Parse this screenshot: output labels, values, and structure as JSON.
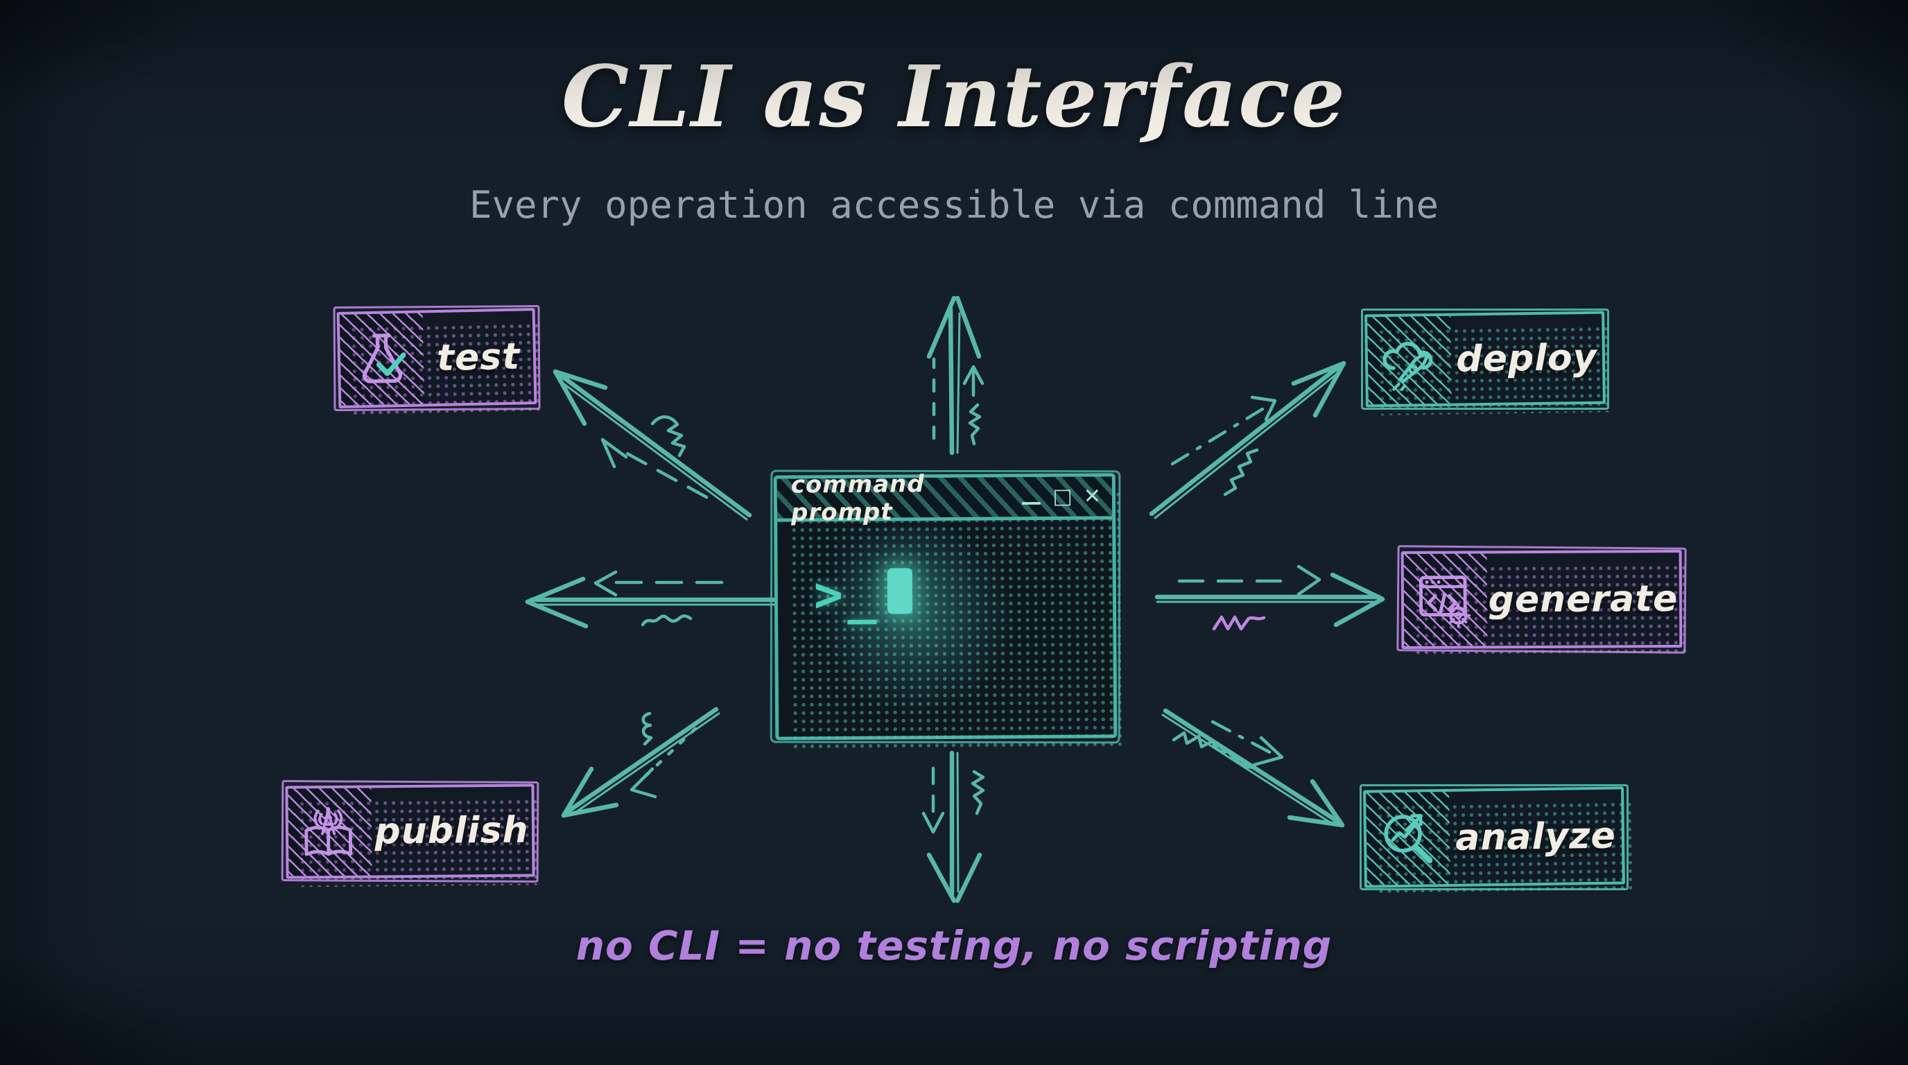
{
  "title": "CLI as Interface",
  "subtitle": "Every operation accessible via command line",
  "terminal": {
    "title": "command prompt",
    "controls": {
      "minimize": "—",
      "maximize": "□",
      "close": "✕"
    },
    "prompt_symbol": ">",
    "underscore": "_",
    "cursor": "block-cursor"
  },
  "nodes": [
    {
      "id": "test",
      "label": "test",
      "icon": "flask-check-icon",
      "accent": "#b985de"
    },
    {
      "id": "deploy",
      "label": "deploy",
      "icon": "cloud-rocket-icon",
      "accent": "#4fbcac"
    },
    {
      "id": "generate",
      "label": "generate",
      "icon": "code-window-gear-icon",
      "accent": "#b985de"
    },
    {
      "id": "analyze",
      "label": "analyze",
      "icon": "magnifier-chart-icon",
      "accent": "#4fbcac"
    },
    {
      "id": "publish",
      "label": "publish",
      "icon": "book-antenna-icon",
      "accent": "#b985de"
    }
  ],
  "footnote": "no CLI = no testing, no scripting",
  "colors": {
    "background": "#151f29",
    "teal": "#56c4b4",
    "purple": "#b985de",
    "text_white": "#f2ede4",
    "subtitle_gray": "#98a1a9",
    "footnote_purple": "#b583e0"
  }
}
